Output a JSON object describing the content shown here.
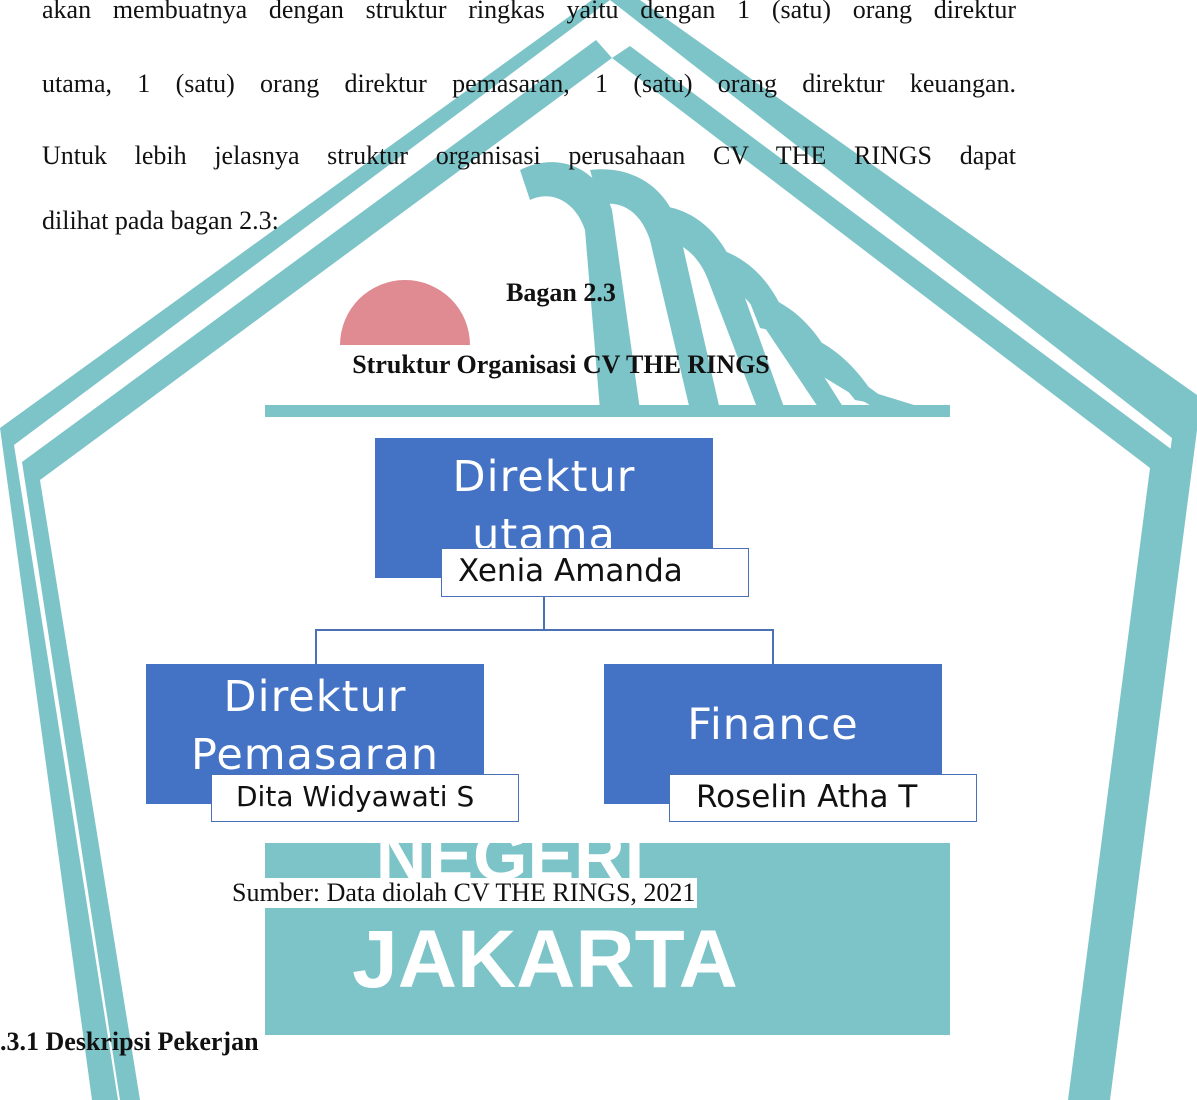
{
  "document": {
    "paragraph_lines": [
      "akan membuatnya dengan struktur ringkas yaitu dengan 1 (satu) orang direktur",
      "utama, 1 (satu) orang direktur pemasaran, 1 (satu) orang direktur keuangan.",
      "Untuk lebih jelasnya struktur organisasi perusahaan CV THE RINGS dapat",
      "dilihat pada bagan 2.3:"
    ],
    "figure_number": "Bagan 2.3",
    "figure_title": "Struktur Organisasi CV THE RINGS",
    "source_note": "Sumber: Data diolah CV THE RINGS, 2021",
    "section_heading": ".3.1 Deskripsi Pekerjan"
  },
  "org_chart": {
    "root": {
      "title_lines": [
        "Direktur",
        "utama"
      ],
      "name": "Xenia Amanda"
    },
    "children": [
      {
        "title_lines": [
          "Direktur",
          "Pemasaran"
        ],
        "name": "Dita Widyawati S"
      },
      {
        "title_lines": [
          "Finance"
        ],
        "name": "Roselin Atha T"
      }
    ]
  },
  "watermark": {
    "words": [
      "NEGERI",
      "JAKARTA"
    ],
    "colors": {
      "teal": "#7dc4c9",
      "pink": "#e08a92",
      "white": "#ffffff"
    }
  },
  "colors": {
    "box_fill": "#4472c4",
    "connector": "#4a70b8",
    "text": "#111111"
  }
}
